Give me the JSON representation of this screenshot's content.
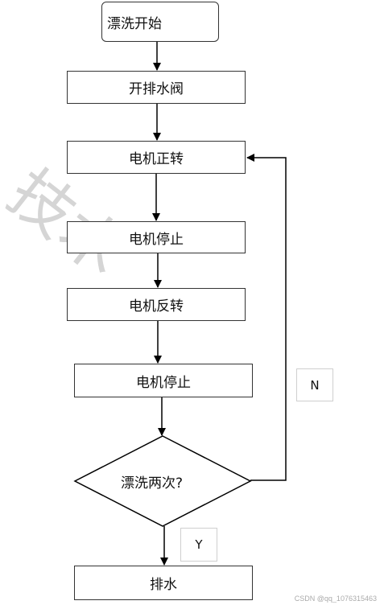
{
  "diagram": {
    "nodes": {
      "start": "漂洗开始",
      "open_valve": "开排水阀",
      "motor_forward": "电机正转",
      "motor_stop_1": "电机停止",
      "motor_reverse": "电机反转",
      "motor_stop_2": "电机停止",
      "decision": "漂洗两次?",
      "drain": "排水"
    },
    "branch_labels": {
      "no": "N",
      "yes": "Y"
    }
  },
  "watermark": {
    "text": "技术"
  },
  "credit": "CSDN @qq_1076315463"
}
